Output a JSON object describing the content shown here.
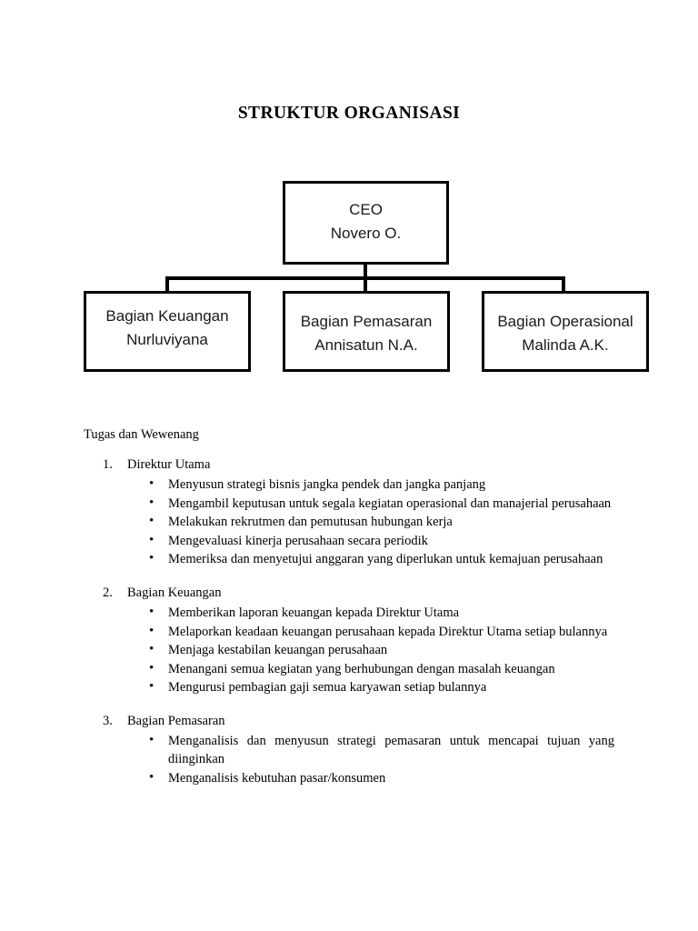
{
  "document": {
    "title": "STRUKTUR ORGANISASI"
  },
  "orgchart": {
    "ceo": {
      "role": "CEO",
      "name": "Novero O."
    },
    "children": [
      {
        "role": "Bagian Keuangan",
        "name": "Nurluviyana"
      },
      {
        "role": "Bagian Pemasaran",
        "name": "Annisatun N.A."
      },
      {
        "role": "Bagian Operasional",
        "name": "Malinda A.K."
      }
    ]
  },
  "body": {
    "heading": "Tugas dan Wewenang",
    "bullet_glyph": "•",
    "sections": [
      {
        "marker": "1.",
        "label": "Direktur Utama",
        "items": [
          "Menyusun strategi bisnis jangka pendek dan jangka panjang",
          "Mengambil keputusan untuk segala kegiatan operasional dan manajerial perusahaan",
          "Melakukan rekrutmen dan pemutusan hubungan kerja",
          "Mengevaluasi kinerja perusahaan secara periodik",
          "Memeriksa dan menyetujui anggaran yang diperlukan untuk kemajuan perusahaan"
        ]
      },
      {
        "marker": "2.",
        "label": "Bagian Keuangan",
        "items": [
          "Memberikan laporan keuangan kepada Direktur Utama",
          "Melaporkan keadaan keuangan perusahaan kepada Direktur Utama setiap bulannya",
          "Menjaga kestabilan keuangan perusahaan",
          "Menangani semua kegiatan yang berhubungan dengan masalah keuangan",
          "Mengurusi pembagian gaji semua karyawan setiap bulannya"
        ]
      },
      {
        "marker": "3.",
        "label": "Bagian Pemasaran",
        "items": [
          "Menganalisis dan menyusun strategi pemasaran untuk mencapai tujuan yang diinginkan",
          "Menganalisis kebutuhan pasar/konsumen"
        ]
      }
    ]
  }
}
